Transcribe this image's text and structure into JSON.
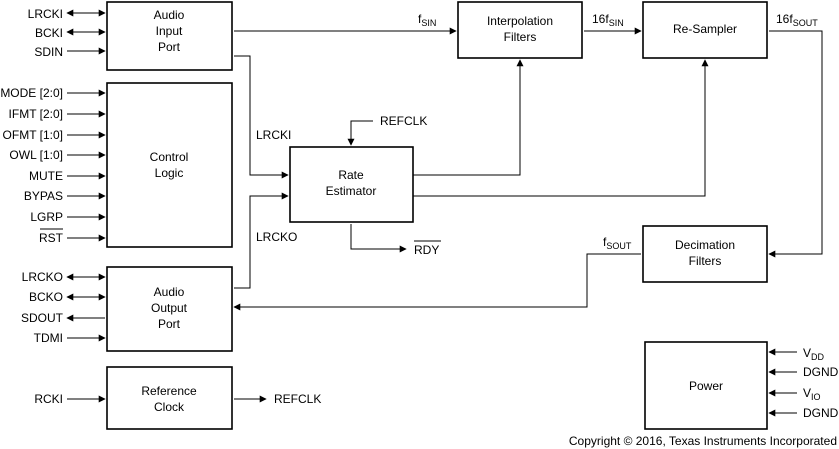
{
  "blocks": {
    "audio_input_port": [
      "Audio",
      "Input",
      "Port"
    ],
    "interpolation_filters": [
      "Interpolation",
      "Filters"
    ],
    "re_sampler": [
      "Re-Sampler"
    ],
    "control_logic": [
      "Control",
      "Logic"
    ],
    "rate_estimator": [
      "Rate",
      "Estimator"
    ],
    "decimation_filters": [
      "Decimation",
      "Filters"
    ],
    "audio_output_port": [
      "Audio",
      "Output",
      "Port"
    ],
    "reference_clock": [
      "Reference",
      "Clock"
    ],
    "power": [
      "Power"
    ]
  },
  "input_pins": [
    "LRCKI",
    "BCKI",
    "SDIN"
  ],
  "control_pins": [
    "MODE [2:0]",
    "IFMT [2:0]",
    "OFMT [1:0]",
    "OWL [1:0]",
    "MUTE",
    "BYPAS",
    "LGRP",
    "RST"
  ],
  "output_pins": [
    "LRCKO",
    "BCKO",
    "SDOUT",
    "TDMI"
  ],
  "refclk_in_pin": "RCKI",
  "signals": {
    "fsin_main": "f",
    "fsin_sub": "SIN",
    "fsin16_main": "16f",
    "fsin16_sub": "SIN",
    "fsout16_main": "16f",
    "fsout16_sub": "SOUT",
    "fsout_main": "f",
    "fsout_sub": "SOUT",
    "lrcki": "LRCKI",
    "lrcko": "LRCKO",
    "refclk_top": "REFCLK",
    "refclk_out": "REFCLK",
    "rdy": "RDY"
  },
  "power_pins": [
    {
      "main": "V",
      "sub": "DD"
    },
    {
      "main": "DGND",
      "sub": ""
    },
    {
      "main": "V",
      "sub": "IO"
    },
    {
      "main": "DGND",
      "sub": ""
    }
  ],
  "copyright": "Copyright © 2016, Texas Instruments Incorporated"
}
